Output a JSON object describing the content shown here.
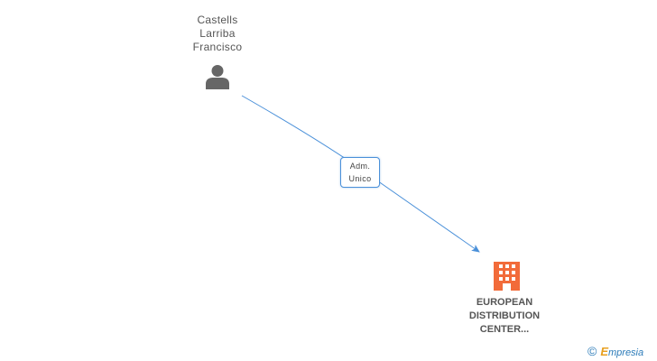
{
  "nodes": {
    "person": {
      "name_lines": [
        "Castells",
        "Larriba",
        "Francisco"
      ],
      "icon": "person-icon"
    },
    "company": {
      "name_lines": [
        "EUROPEAN",
        "DISTRIBUTION",
        "CENTER..."
      ],
      "icon": "building-icon"
    }
  },
  "edges": [
    {
      "from": "person",
      "to": "company",
      "label_lines": [
        "Adm.",
        "Unico"
      ]
    }
  ],
  "colors": {
    "edge": "#4a90d9",
    "person_icon": "#666666",
    "company_icon": "#f26b3a"
  },
  "watermark": {
    "symbol": "©",
    "brand_initial": "E",
    "brand_rest": "mpresia",
    "icon": "copyright-icon"
  }
}
